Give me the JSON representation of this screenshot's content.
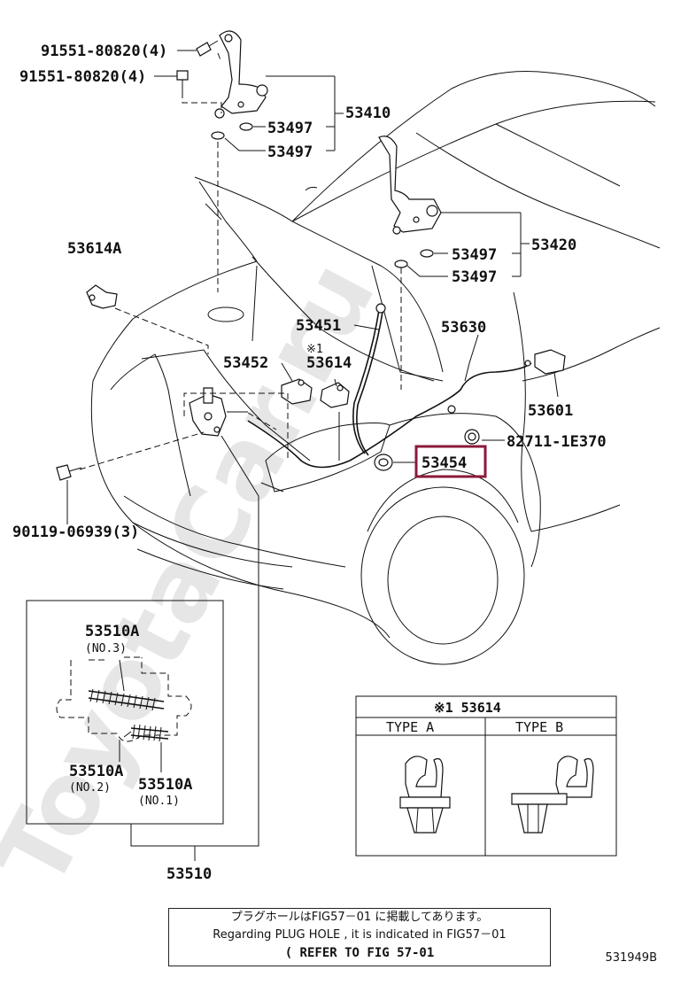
{
  "watermark": "ToyotaCar.ru",
  "labels": {
    "p91551a": "91551-80820(4)",
    "p91551b": "91551-80820(4)",
    "p53410": "53410",
    "p53497a": "53497",
    "p53497b": "53497",
    "p53614a": "53614A",
    "p53420": "53420",
    "p53497c": "53497",
    "p53497d": "53497",
    "p53451": "53451",
    "p53630": "53630",
    "p53452": "53452",
    "mark_top": "※1",
    "p53614": "53614",
    "p53601": "53601",
    "p82711": "82711-1E370",
    "p53454": "53454",
    "p90119": "90119-06939(3)",
    "p53510a_no3": "53510A",
    "no3": "(NO.3)",
    "p53510a_no2": "53510A",
    "no2": "(NO.2)",
    "p53510a_no1": "53510A",
    "no1": "(NO.1)",
    "p53510": "53510"
  },
  "type_table": {
    "title": "※1 53614",
    "type_a": "TYPE A",
    "type_b": "TYPE B"
  },
  "note": {
    "line1": "プラグホールはFIG57－01 に掲載してあります。",
    "line2": "Regarding PLUG HOLE , it is indicated in FIG57－01",
    "line3": "( REFER TO FIG 57-01"
  },
  "figure_code": "531949B",
  "highlight_color": "#8b1a3a"
}
